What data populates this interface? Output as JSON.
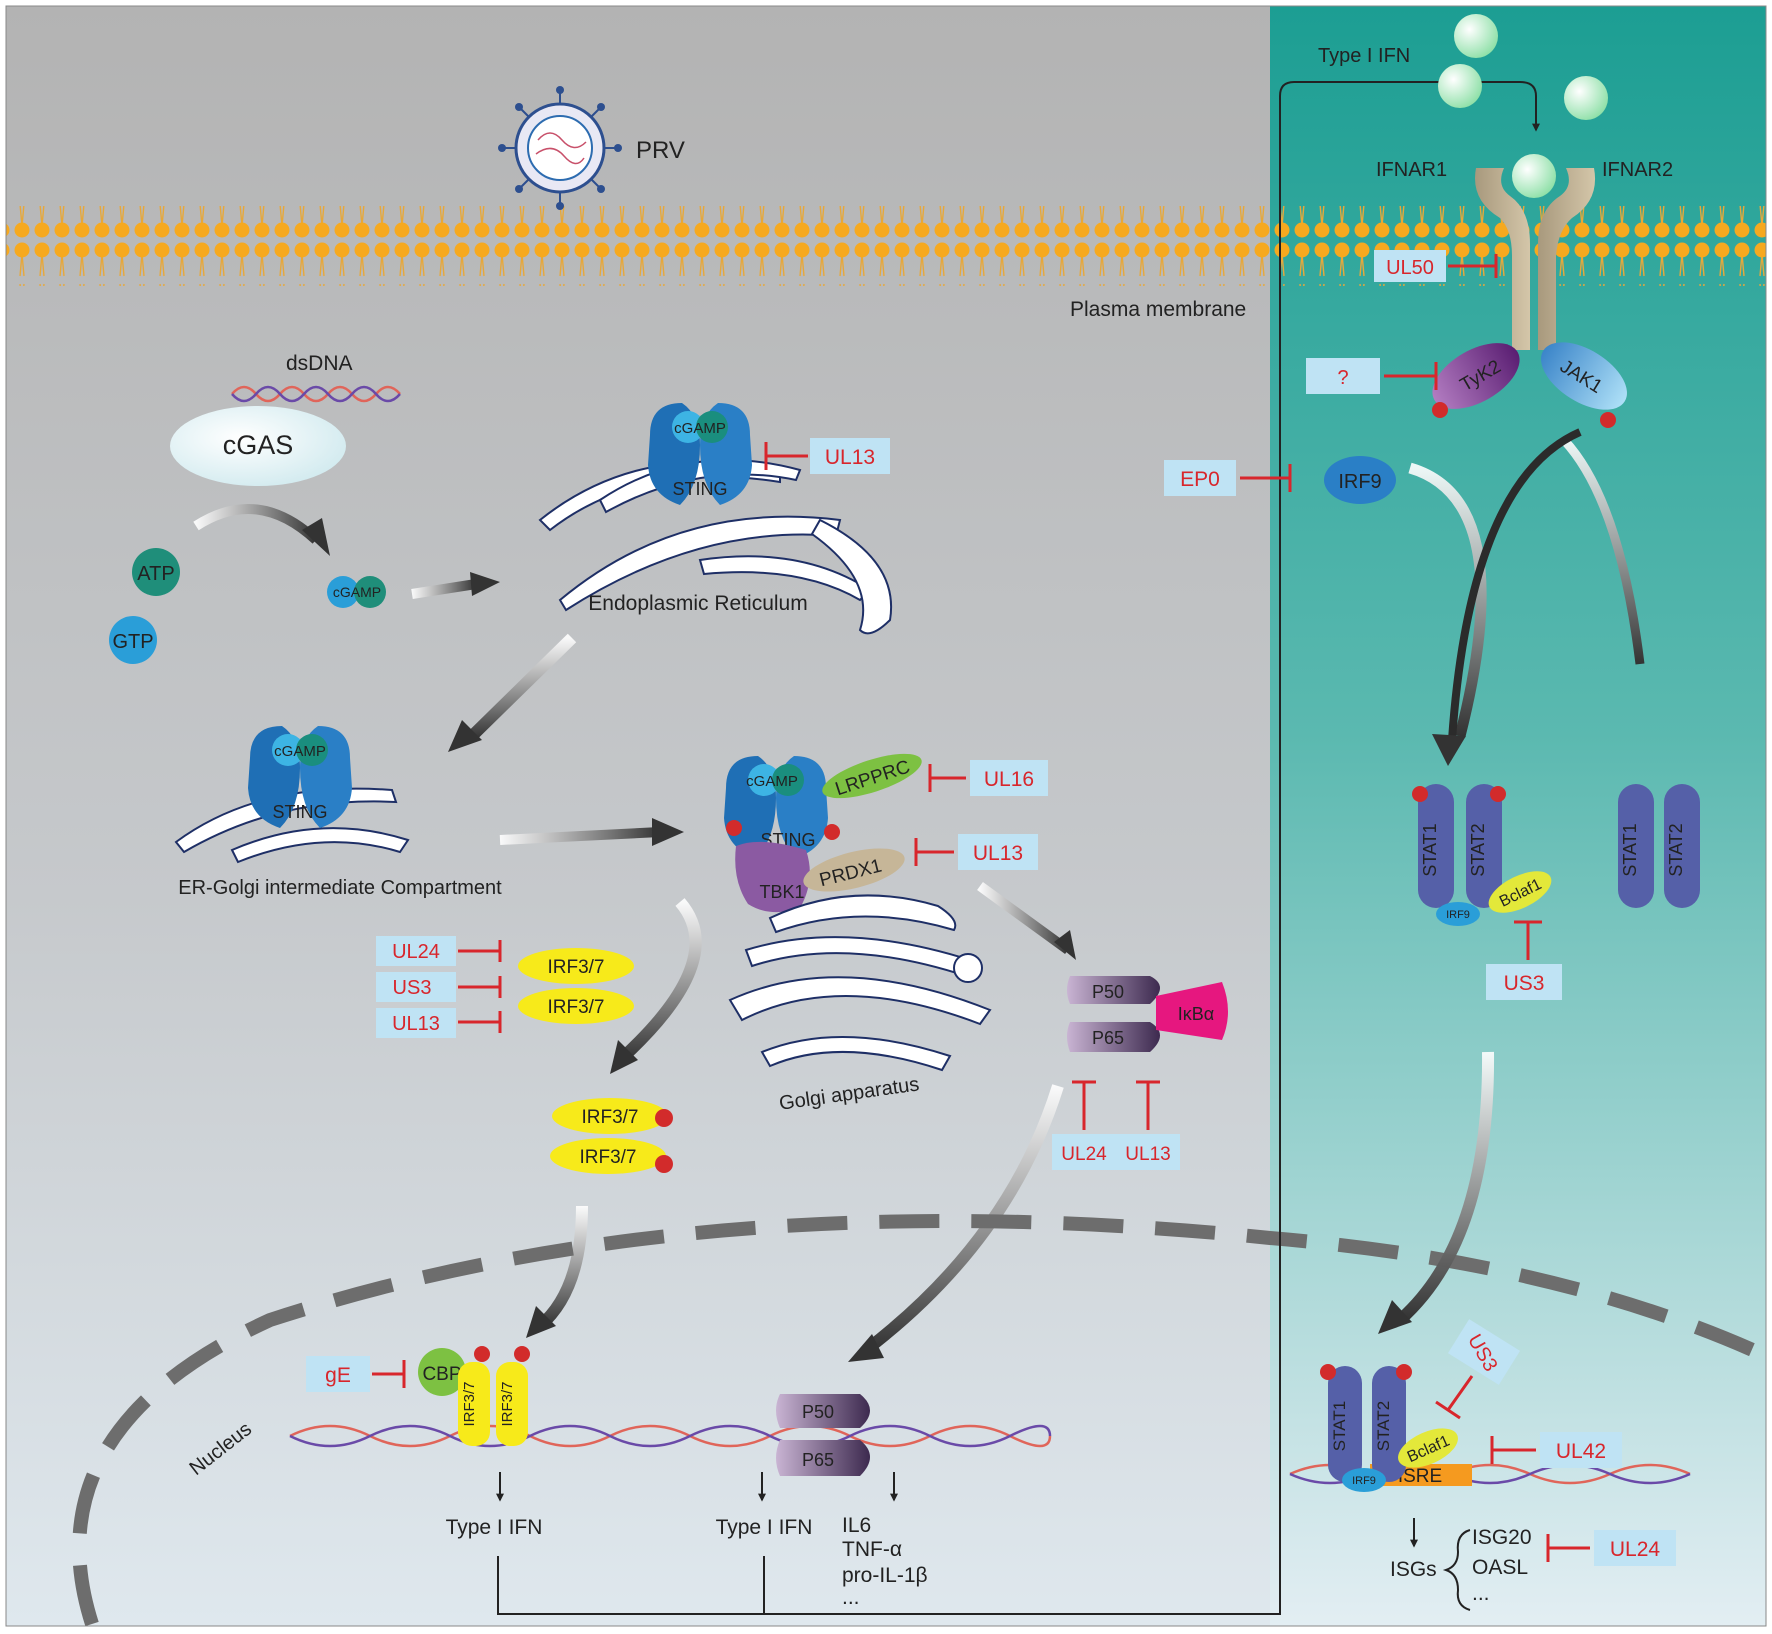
{
  "virus": {
    "name": "PRV"
  },
  "membrane": {
    "label": "Plasma membrane"
  },
  "ifn": {
    "ligand": "Type I IFN",
    "receptor1": "IFNAR1",
    "receptor2": "IFNAR2",
    "tyk2": "TyK2",
    "jak1": "JAK1",
    "irf9": "IRF9",
    "stat1": "STAT1",
    "stat2": "STAT2",
    "bclaf1": "Bclaf1",
    "irf9_small": "IRF9",
    "isre": "ISRE",
    "isgs": "ISGs",
    "isg20": "ISG20",
    "oasl": "OASL",
    "ellipsis": "..."
  },
  "cgas": {
    "dsdna": "dsDNA",
    "cgas": "cGAS",
    "atp": "ATP",
    "gtp": "GTP",
    "cgamp": "cGAMP",
    "sting": "STING",
    "er": "Endoplasmic Reticulum",
    "ergic": "ER-Golgi intermediate Compartment",
    "lrpprc": "LRPPRC",
    "tbk1": "TBK1",
    "prdx1": "PRDX1",
    "golgi": "Golgi apparatus",
    "irf37": "IRF3/7",
    "p50": "P50",
    "p65": "P65",
    "ikba": "IκBα",
    "p": "P"
  },
  "nucleus": {
    "label": "Nucleus",
    "cbp": "CBP",
    "irf37": "IRF3/7",
    "type1ifn": "Type I IFN",
    "il6": "IL6",
    "tnfa": "TNF-α",
    "proil1b": "pro-IL-1β",
    "ellipsis": "..."
  },
  "inhibitors": {
    "ul50": "UL50",
    "unknown": "?",
    "ep0": "EP0",
    "ul13_sting": "UL13",
    "ul16": "UL16",
    "ul13_prdx1": "UL13",
    "ul24_irf": "UL24",
    "us3_irf": "US3",
    "ul13_irf": "UL13",
    "ul24_nfkb": "UL24",
    "ul13_nfkb": "UL13",
    "us3_bclaf1": "US3",
    "us3_nuclear": "US3",
    "ul42": "UL42",
    "ul24_isg": "UL24",
    "ge": "gE"
  },
  "colors": {
    "inhibitor_box": "#bfe3f4",
    "inhibitor_text": "#d8262c",
    "inhibit_line": "#d8262c",
    "sting": "#1f6fb5",
    "irf37": "#f7ea1a",
    "stat": "#5560a8",
    "lipid": "#f4a81d",
    "cytoplasm_left": "#b9b9b9",
    "cytoplasm_right": "#22a39a"
  }
}
